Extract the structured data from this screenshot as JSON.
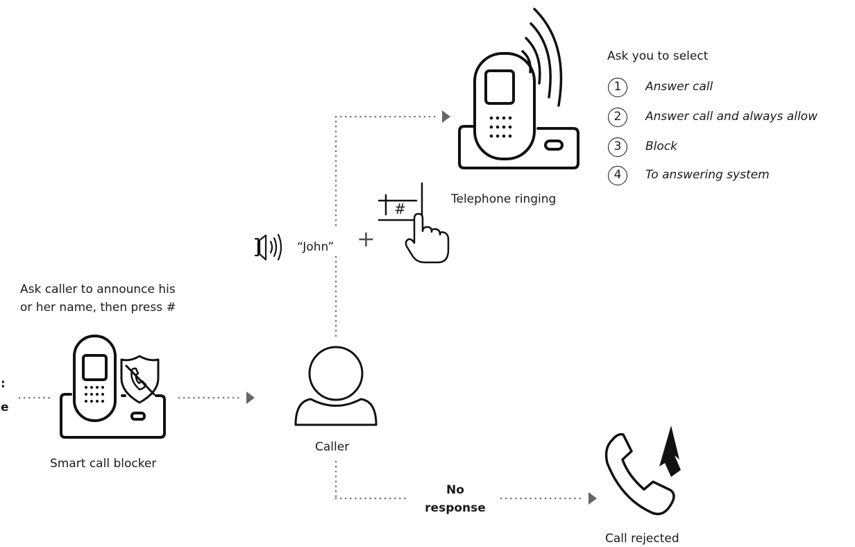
{
  "left_partial": {
    "line1": ":",
    "line2": "e"
  },
  "blocker": {
    "instruction_line1": "Ask caller to announce his",
    "instruction_line2": "or her name, then press #",
    "label": "Smart call blocker"
  },
  "caller": {
    "label": "Caller",
    "spoken_name": "“John”",
    "plus": "+",
    "key": "#"
  },
  "phone": {
    "label": "Telephone ringing"
  },
  "select": {
    "title": "Ask you to select",
    "options": [
      {
        "num": "1",
        "text": "Answer call"
      },
      {
        "num": "2",
        "text": "Answer call and always allow"
      },
      {
        "num": "3",
        "text": "Block"
      },
      {
        "num": "4",
        "text": "To answering system"
      }
    ]
  },
  "no_response": {
    "line1": "No",
    "line2": "response"
  },
  "rejected": {
    "label": "Call rejected"
  }
}
